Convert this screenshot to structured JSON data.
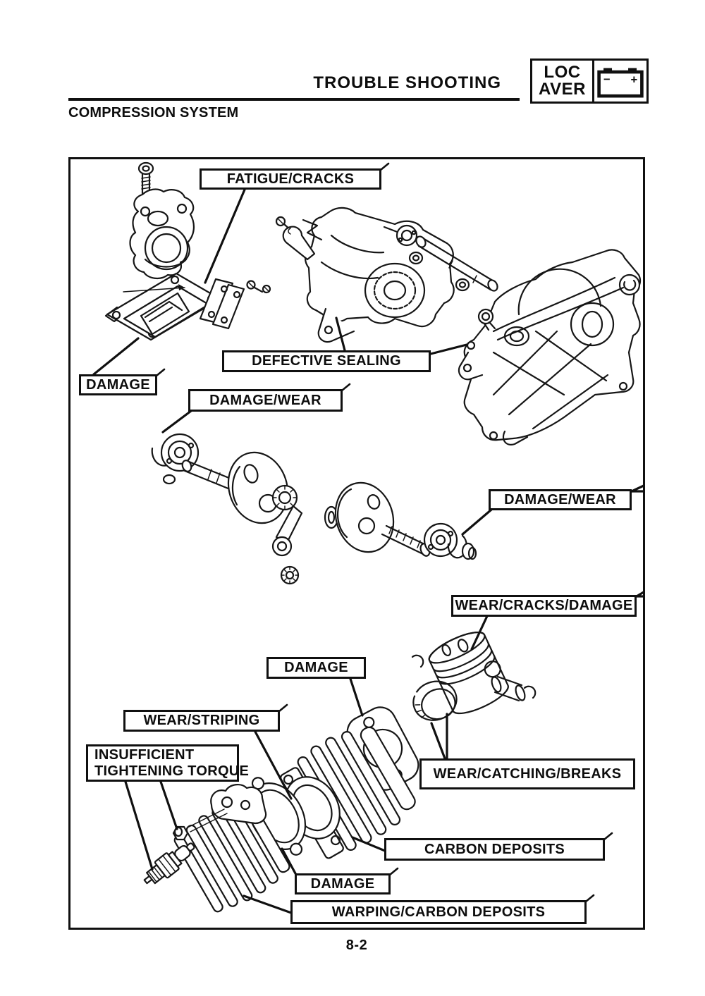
{
  "page": {
    "header_title": "TROUBLE SHOOTING",
    "section_title": "COMPRESSION SYSTEM",
    "page_number": "8-2",
    "tab": {
      "line1": "LOC",
      "line2": "AVER"
    }
  },
  "icons": {
    "battery": {
      "minus": "−",
      "plus": "+"
    }
  },
  "callouts": {
    "fatigue_cracks": {
      "label": "FATIGUE/CRACKS"
    },
    "damage_reed_gasket": {
      "label": "DAMAGE"
    },
    "defective_sealing": {
      "label": "DEFECTIVE SEALING"
    },
    "damage_wear_crank_left": {
      "label": "DAMAGE/WEAR"
    },
    "damage_wear_crank_right": {
      "label": "DAMAGE/WEAR"
    },
    "wear_cracks_damage_piston": {
      "label": "WEAR/CRACKS/DAMAGE"
    },
    "damage_head_gasket": {
      "label": "DAMAGE"
    },
    "wear_striping_cylinder": {
      "label": "WEAR/STRIPING"
    },
    "insufficient_tightening_torque": {
      "line1": "INSUFFICIENT",
      "line2": "TIGHTENING TORQUE"
    },
    "wear_catching_breaks_rings": {
      "label": "WEAR/CATCHING/BREAKS"
    },
    "carbon_deposits_cylinder": {
      "label": "CARBON DEPOSITS"
    },
    "damage_base_gasket": {
      "label": "DAMAGE"
    },
    "warping_carbon_deposits_head": {
      "label": "WARPING/CARBON DEPOSITS"
    }
  },
  "colors": {
    "ink": "#101010",
    "paper": "#ffffff"
  }
}
